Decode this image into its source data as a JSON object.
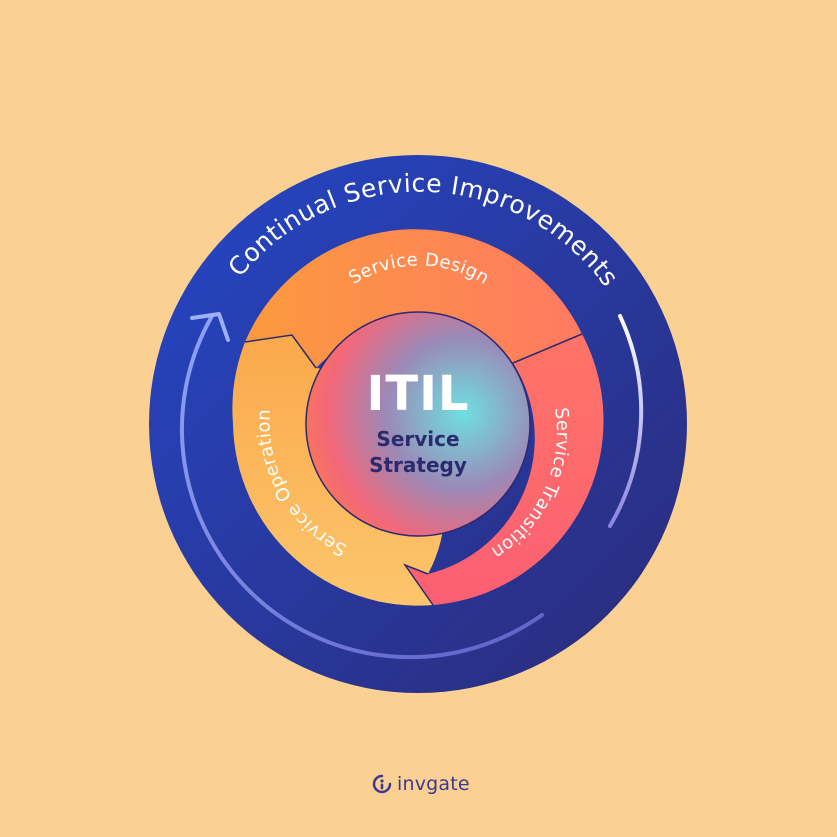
{
  "outer_ring": {
    "label": "Continual Service Improvements"
  },
  "segments": {
    "design": "Service Design",
    "transition": "Service Transition",
    "operation": "Service Operation"
  },
  "center": {
    "title": "ITIL",
    "subtitle_line1": "Service",
    "subtitle_line2": "Strategy"
  },
  "brand": {
    "name": "invgate"
  },
  "colors": {
    "background": "#FBD193",
    "outer_ring": "#2D3B9E",
    "design": "#FF8A50",
    "transition": "#FF6A6A",
    "operation": "#FBC067",
    "center_text": "#2B2A6E"
  }
}
